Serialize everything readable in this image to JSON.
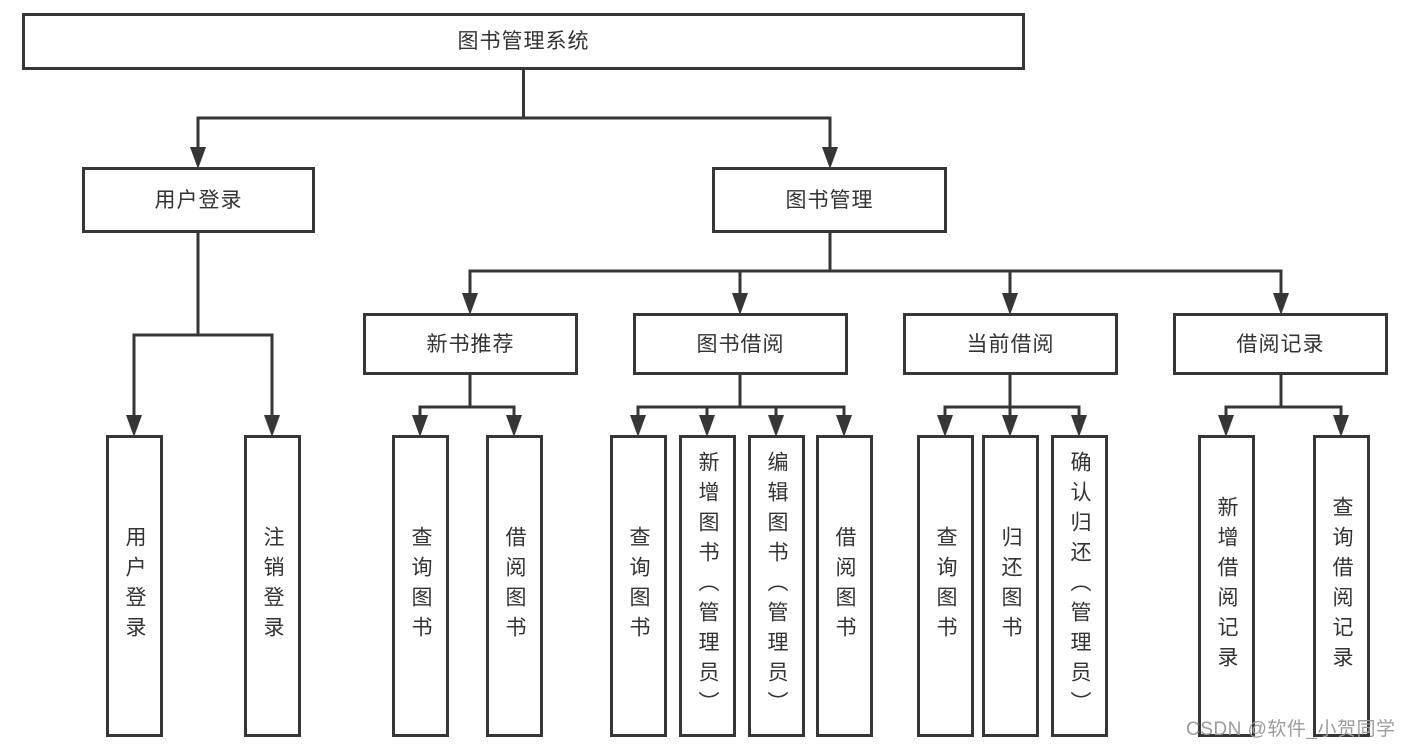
{
  "nodes": {
    "root": "图书管理系统",
    "user_login": "用户登录",
    "book_management": "图书管理",
    "new_book_recommend": "新书推荐",
    "book_borrow": "图书借阅",
    "current_borrow": "当前借阅",
    "borrow_record": "借阅记录",
    "ul_user_login": "用户登录",
    "ul_logout": "注销登录",
    "nb_query_book": "查询图书",
    "nb_borrow_book": "借阅图书",
    "bb_query_book": "查询图书",
    "bb_add_book": "新增图书（管理员）",
    "bb_edit_book": "编辑图书（管理员）",
    "bb_borrow_book": "借阅图书",
    "cb_query_book": "查询图书",
    "cb_return_book": "归还图书",
    "cb_confirm_return": "确认归还（管理员）",
    "br_add_record": "新增借阅记录",
    "br_query_record": "查询借阅记录"
  },
  "hierarchy": {
    "图书管理系统": [
      "用户登录",
      "图书管理"
    ],
    "用户登录": [
      "用户登录",
      "注销登录"
    ],
    "图书管理": [
      "新书推荐",
      "图书借阅",
      "当前借阅",
      "借阅记录"
    ],
    "新书推荐": [
      "查询图书",
      "借阅图书"
    ],
    "图书借阅": [
      "查询图书",
      "新增图书（管理员）",
      "编辑图书（管理员）",
      "借阅图书"
    ],
    "当前借阅": [
      "查询图书",
      "归还图书",
      "确认归还（管理员）"
    ],
    "借阅记录": [
      "新增借阅记录",
      "查询借阅记录"
    ]
  },
  "watermark": "CSDN @软件_小贺同学",
  "colors": {
    "line": "#363636",
    "box_border": "#363636",
    "box_background": "#ffffff",
    "text": "#333333",
    "watermark_text": "#9c9c9c",
    "page_background": "#ffffff"
  }
}
